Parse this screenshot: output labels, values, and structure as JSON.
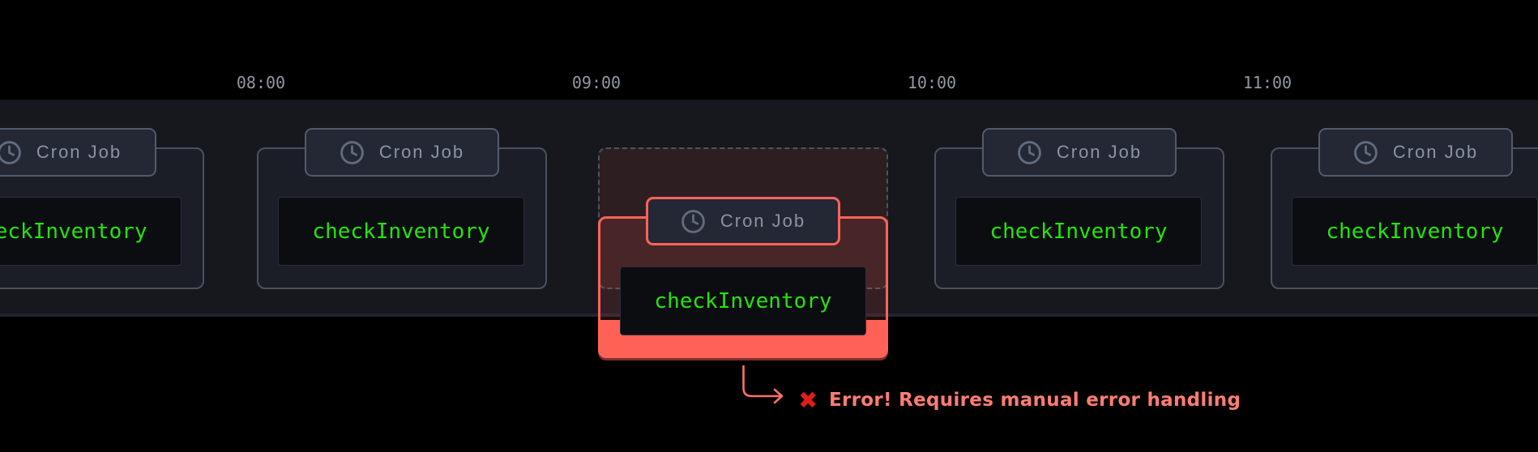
{
  "diagram": {
    "type": "cron-job-timeline",
    "times": [
      "08:00",
      "09:00",
      "10:00",
      "11:00"
    ],
    "cards": [
      {
        "badge_label": "Cron Job",
        "code_label": "checkInventory",
        "state": "normal"
      },
      {
        "badge_label": "Cron Job",
        "code_label": "checkInventory",
        "state": "normal"
      },
      {
        "badge_label": "Cron Job",
        "code_label": "checkInventory",
        "state": "error"
      },
      {
        "badge_label": "Cron Job",
        "code_label": "checkInventory",
        "state": "normal"
      },
      {
        "badge_label": "Cron Job",
        "code_label": "checkInventory",
        "state": "normal"
      }
    ],
    "error_annotation": {
      "icon_glyph": "✖",
      "message": "Error! Requires manual error handling"
    },
    "colors": {
      "background": "#000000",
      "lane": "#16181e",
      "card_bg": "#1b1e26",
      "card_border": "#4a5160",
      "badge_bg": "#232834",
      "badge_text": "#8c93a2",
      "code_bg": "#0b0d11",
      "code_text": "#25e40c",
      "error_accent": "#ff6459",
      "error_fill": "#ff6156",
      "error_text": "#ff7d72",
      "cross_red": "#e01d15"
    }
  }
}
